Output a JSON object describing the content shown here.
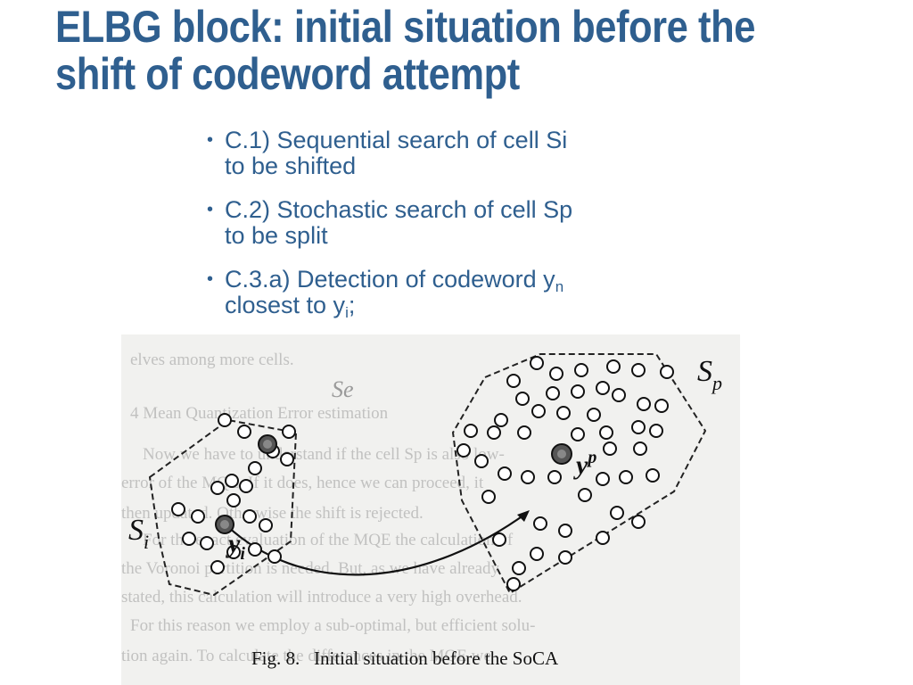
{
  "title": {
    "line1": "ELBG block: initial situation before the",
    "line2": "shift of codeword attempt"
  },
  "bullets": [
    {
      "line1": "C.1) Sequential search of cell Si",
      "line2": "to be shifted"
    },
    {
      "line1": "C.2) Stochastic search of cell Sp",
      "line2": "to be split"
    },
    {
      "line1_text": "C.3.a) Detection of codeword y",
      "line1_sub": "n",
      "line2_text": "closest to y",
      "line2_sub": "i",
      "line2_tail": ";"
    }
  ],
  "figure": {
    "caption": "Fig. 8.   Initial situation before the SoCA",
    "label_si": "S",
    "label_si_sub": "i",
    "label_sp": "S",
    "label_sp_sub": "p",
    "label_yi": "y",
    "label_yi_sub": "i",
    "label_yp": "y",
    "label_yp_sub": "p",
    "annotation": "Se",
    "background_text": [
      "elves among more cells.",
      "4  Mean Quantization Error estimation",
      "Now we have to understand if the cell  Sp  is also low-",
      "error of the MQE.  If it does, hence we can proceed, it",
      "then  updated.  Otherwise the shift is rejected.",
      "For the exact evaluation of the MQE  the calculation of",
      "the Voronoi partition is needed.  But, as we have already",
      "stated, this calculation will introduce a very high overhead.",
      "For this reason we employ a sub-optimal, but efficient solu-",
      "tion again.  To calculate the differences in the MQE we"
    ]
  },
  "colors": {
    "title": "#2f5f8f",
    "body": "#2f5f8f",
    "figure_bg": "#f1f1ef"
  }
}
